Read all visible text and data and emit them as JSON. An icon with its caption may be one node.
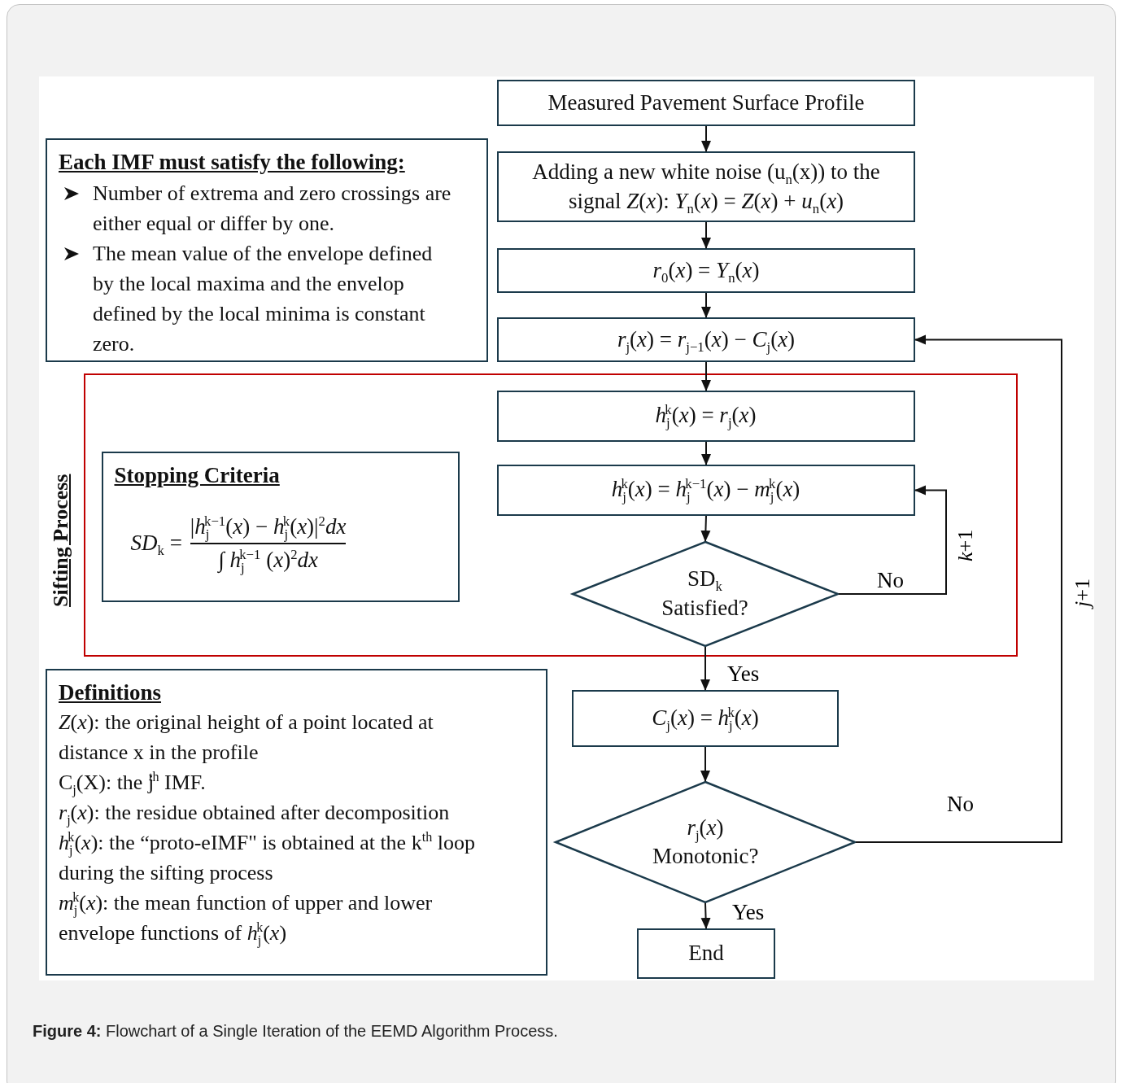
{
  "diagram": {
    "caption": "**Figure 4:** Flowchart of a Single Iteration of the EEMD Algorithm Process.",
    "nodes": [
      {
        "text": [
          "Measured Pavement Surface Profile"
        ]
      },
      {
        "text": [
          "Each IMF must satisfy the following:",
          "Number of extrema and zero crossings are either equal or differ by one.",
          "The mean value of the envelope defined by the local maxima and the envelop defined by the local minima is constant zero."
        ]
      },
      {
        "text": [
          "Adding a new white noise (u$_{n}$(x)) to the signal *Z*(*x*): *Y*$_{n}$(*x*) = *Z*(*x*) + *u*$_{n}$(*x*)"
        ]
      },
      {
        "text": [
          "*r*$_{0}$(*x*) = *Y*$_{n}$(*x*)"
        ]
      },
      {
        "text": [
          "*r*$_{j}$(*x*) = *r*$_{j−1}$(*x*) − *C*$_{j}$(*x*)"
        ]
      },
      {
        "text": [
          "Sifting Process"
        ]
      },
      {
        "text": [
          "*h*$_{j}$$^{k}$(*x*) = *r*$_{j}$(*x*)"
        ],
        "in": 5
      },
      {
        "text": [
          "*h*$_{j}$$^{k}$(*x*) = *h*$_{j}$$^{k−1}$(*x*) − *m*$_{j}$$^{k}$(*x*)"
        ],
        "in": 5
      },
      {
        "text": [
          "Stopping Criteria",
          "*SD*$_{k}$ =",
          "|*h*$_{j}$$^{k−1}$(*x*) − *h*$_{j}$$^{k}$(*x*)|$^{2}$*dx*",
          "∫ *h*$_{j}$$^{k−1}$ (*x*)$^{2}$*dx*"
        ],
        "in": 5
      },
      {
        "text": [
          "SD$_{k}$ Satisfied?"
        ],
        "in": 5
      },
      {
        "text": [
          "*C*$_{j}$(*x*) = *h*$_{j}$$^{k}$(*x*)"
        ]
      },
      {
        "text": [
          "Definitions",
          "*Z*(*x*): the original height of a point located at distance x in the profile",
          "C$_{j}$(X): the j$^{th}$ IMF.",
          "*r*$_{j}$(*x*): the residue obtained after decomposition",
          "*h*$_{j}$$^{k}$(*x*): the “proto-eIMF\" is obtained at the k$^{th}$ loop during the sifting process",
          "*m*$_{j}$$^{k}$(*x*): the mean function of upper and lower envelope functions of *h*$_{j}$$^{k}$(*x*)"
        ]
      },
      {
        "text": [
          "*r*$_{j}$(*x*) Monotonic?"
        ]
      },
      {
        "text": [
          "End"
        ]
      }
    ],
    "edges": [
      {
        "from": 0,
        "to": 2,
        "arrow": "to"
      },
      {
        "from": 2,
        "to": 3,
        "arrow": "to"
      },
      {
        "from": 3,
        "to": 4,
        "arrow": "to"
      },
      {
        "from": 4,
        "to": 6,
        "arrow": "to"
      },
      {
        "from": 6,
        "to": 7,
        "arrow": "to"
      },
      {
        "from": 7,
        "to": 9,
        "arrow": "to"
      },
      {
        "from": 9,
        "to": 10,
        "arrow": "to",
        "label": "Yes"
      },
      {
        "from": 9,
        "to": 7,
        "arrow": "to",
        "label": "No"
      },
      {
        "from": 10,
        "to": 12,
        "arrow": "to"
      },
      {
        "from": 12,
        "to": 13,
        "arrow": "to",
        "label": "Yes"
      },
      {
        "from": 12,
        "to": 4,
        "arrow": "to",
        "label": "No"
      }
    ],
    "labels": [
      "*k*+1",
      "*j*+1"
    ]
  }
}
